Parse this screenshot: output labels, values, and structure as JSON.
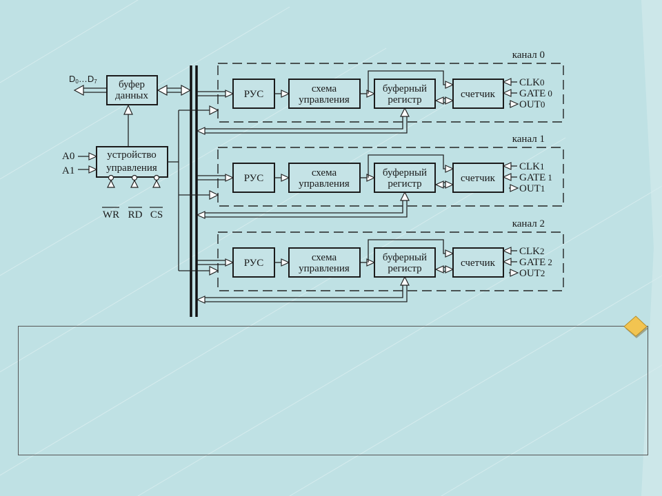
{
  "colors": {
    "background": "#bfe1e4",
    "block_fill": "#c5e3e6",
    "stroke": "#1a1a1a",
    "diamond": "#f2c451"
  },
  "icons": {
    "corner": "diamond-icon"
  },
  "diagram": {
    "data_bus_label_main": "D",
    "data_bus_label_sub0": "0",
    "data_bus_label_dots": "…D",
    "data_bus_label_sub7": "7",
    "buffer_line1": "буфер",
    "buffer_line2": "данных",
    "control_line1": "устройство",
    "control_line2": "управления",
    "inputs": [
      "A0",
      "A1"
    ],
    "control_signals": [
      "WR",
      "RD",
      "CS"
    ],
    "block_rus": "РУС",
    "block_scheme_line1": "схема",
    "block_scheme_line2": "управления",
    "block_buffer_line1": "буферный",
    "block_buffer_line2": "регистр",
    "block_counter": "счетчик",
    "channels": [
      {
        "label": "канал 0",
        "clk": "CLK",
        "clk_n": "0",
        "gate": "GATE",
        "gate_n": "0",
        "out": "OUT",
        "out_n": "0"
      },
      {
        "label": "канал 1",
        "clk": "CLK",
        "clk_n": "1",
        "gate": "GATE",
        "gate_n": "1",
        "out": "OUT",
        "out_n": "1"
      },
      {
        "label": "канал 2",
        "clk": "CLK",
        "clk_n": "2",
        "gate": "GATE",
        "gate_n": "2",
        "out": "OUT",
        "out_n": "2"
      }
    ]
  }
}
